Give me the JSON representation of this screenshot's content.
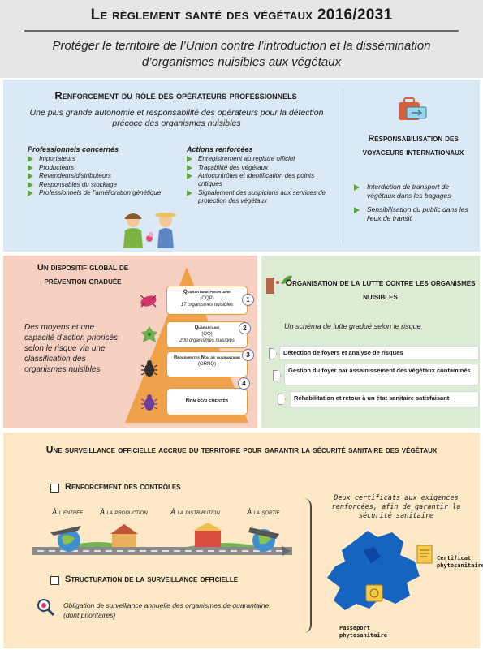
{
  "header": {
    "title": "Le règlement santé des végétaux 2016/2031",
    "subtitle": "Protéger le territoire de l’Union contre l’introduction et la dissémination d’organismes nuisibles aux végétaux"
  },
  "operators": {
    "title": "Renforcement du rôle des opérateurs professionnels",
    "subtitle": "Une plus grande autonomie et responsabilité des opérateurs pour la détection précoce des organismes nuisibles",
    "professionals_heading": "Professionnels concernés",
    "professionals": [
      "Importateurs",
      "Producteurs",
      "Revendeurs/distributeurs",
      "Responsables du stockage",
      "Professionnels de l’amélioration génétique"
    ],
    "actions_heading": "Actions renforcées",
    "actions": [
      "Enregistrement au registre officiel",
      "Traçabilité des végétaux",
      "Autocontrôles et identification des points critiques",
      "Signalement des suspicions aux services de protection des végétaux"
    ]
  },
  "travellers": {
    "title": "Responsabilisation des voyageurs internationaux",
    "items": [
      "Interdiction de transport de végétaux dans les bagages",
      "Sensibilisation du public dans les lieux de transit"
    ]
  },
  "prevention": {
    "title": "Un dispositif global de prévention graduée",
    "description": "Des moyens et une capacité d’action priorisés selon le risque via une classification des organismes nuisibles",
    "levels": [
      {
        "num": "1",
        "name": "Quarantaine prioritaire",
        "code": "(OQP)",
        "detail": "17 organismes nuisibles"
      },
      {
        "num": "2",
        "name": "Quarantaine",
        "code": "(OQ)",
        "detail": "200 organismes nuisibles"
      },
      {
        "num": "3",
        "name": "Réglementés Non de quarantaine",
        "code": "(ORNQ)",
        "detail": ""
      },
      {
        "num": "4",
        "name": "Non réglementés",
        "code": "",
        "detail": ""
      }
    ]
  },
  "fight": {
    "title": "Organisation de la lutte contre les organismes nuisibles",
    "subtitle": "Un schéma de lutte gradué selon le risque",
    "steps": [
      "Détection de foyers et analyse de risques",
      "Gestion du foyer par assainissement des végétaux contaminés",
      "Réhabilitation et retour à un état sanitaire satisfaisant"
    ]
  },
  "surveillance": {
    "title": "Une surveillance officielle accrue du territoire pour garantir la sécurité sanitaire des végétaux",
    "controls_heading": "Renforcement des contrôles",
    "stages": [
      "À l’entrée",
      "À la production",
      "À la distribution",
      "À la sortie"
    ],
    "structuring_heading": "Structuration de la surveillance officielle",
    "obligation": "Obligation de surveillance annuelle des organismes de quarantaine (dont prioritaires)",
    "certificates_text": "Deux certificats aux exigences renforcées, afin de garantir la sécurité sanitaire",
    "certificate_label": "Certificat phytosanitaire",
    "passport_label": "Passeport phytosanitaire"
  },
  "colors": {
    "header_bg": "#e6e6e6",
    "operators_bg": "#dbe8f5",
    "prevention_bg": "#f6d1c1",
    "fight_bg": "#dcebd3",
    "surveillance_bg": "#fde9c8",
    "bullet_green": "#5fa543",
    "pyramid_orange": "#f0a24a"
  }
}
